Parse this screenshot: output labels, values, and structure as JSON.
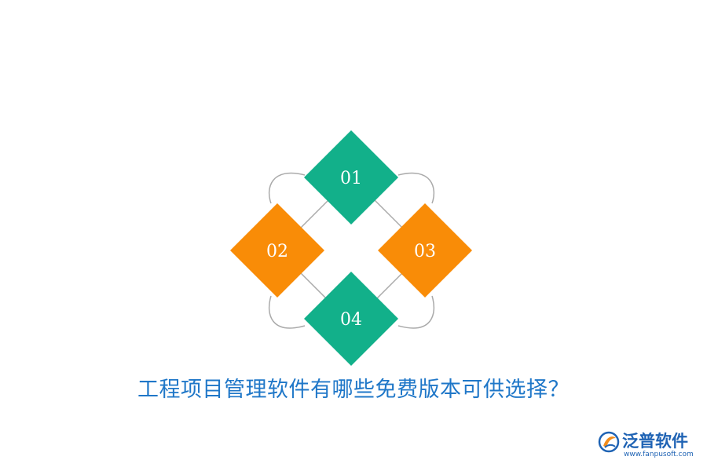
{
  "diagram": {
    "items": [
      {
        "label": "01",
        "color": "#12b08a"
      },
      {
        "label": "02",
        "color": "#f98c07"
      },
      {
        "label": "03",
        "color": "#f98c07"
      },
      {
        "label": "04",
        "color": "#12b08a"
      }
    ],
    "connector_color": "#aaaaaa"
  },
  "caption": "工程项目管理软件有哪些免费版本可供选择？",
  "watermark": {
    "name": "泛普软件",
    "url": "www.fanpusoft.com",
    "color": "#1f63b4",
    "accent": "#f28c1b"
  }
}
